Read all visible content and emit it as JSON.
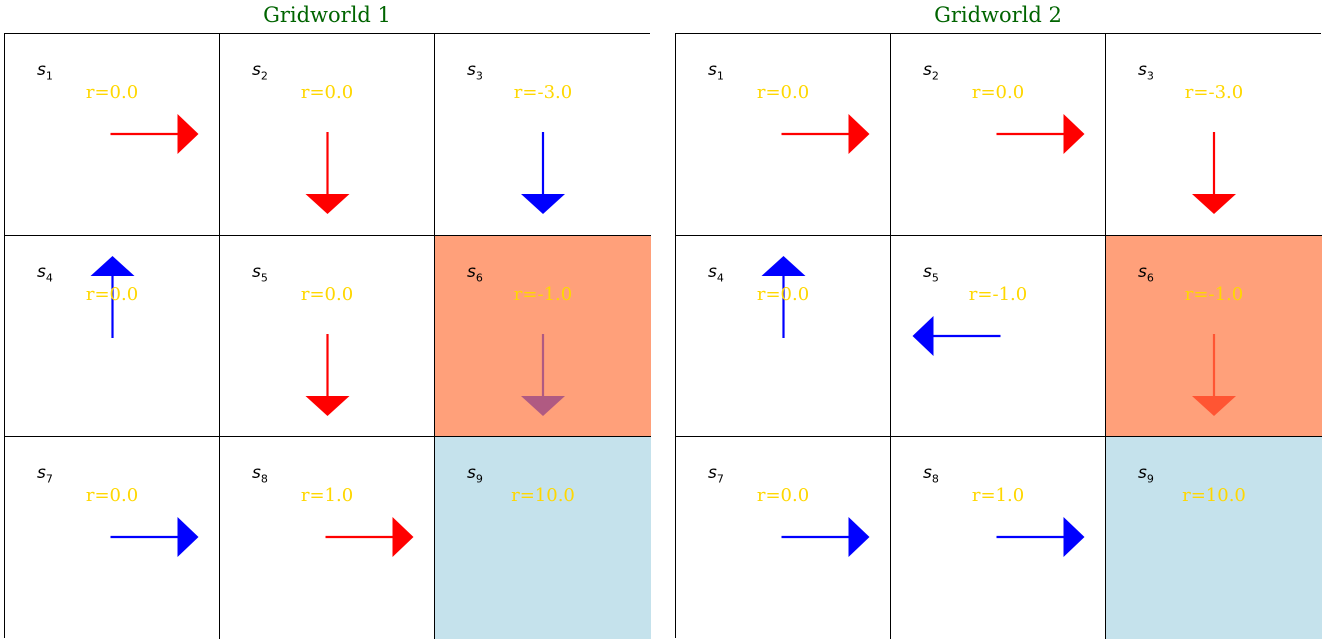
{
  "colors": {
    "title": "#006400",
    "reward": "#FFD700",
    "red": "#FF0000",
    "blue": "#0000FF",
    "hazard": "#FFA07A",
    "goal": "#C5E2EC",
    "background": "#FFFFFF"
  },
  "grids": [
    {
      "title": "Gridworld 1",
      "cells": [
        {
          "state": "s",
          "index": "1",
          "reward": "r=0.0",
          "action": "right",
          "arrow_color": "#FF0000",
          "fill": "#FFFFFF"
        },
        {
          "state": "s",
          "index": "2",
          "reward": "r=0.0",
          "action": "down",
          "arrow_color": "#FF0000",
          "fill": "#FFFFFF"
        },
        {
          "state": "s",
          "index": "3",
          "reward": "r=-3.0",
          "action": "down",
          "arrow_color": "#0000FF",
          "fill": "#FFFFFF"
        },
        {
          "state": "s",
          "index": "4",
          "reward": "r=0.0",
          "action": "up",
          "arrow_color": "#0000FF",
          "fill": "#FFFFFF"
        },
        {
          "state": "s",
          "index": "5",
          "reward": "r=0.0",
          "action": "down",
          "arrow_color": "#FF0000",
          "fill": "#FFFFFF"
        },
        {
          "state": "s",
          "index": "6",
          "reward": "r=-1.0",
          "action": "down",
          "arrow_color": "#B05A82",
          "fill": "#FFA07A"
        },
        {
          "state": "s",
          "index": "7",
          "reward": "r=0.0",
          "action": "right",
          "arrow_color": "#0000FF",
          "fill": "#FFFFFF"
        },
        {
          "state": "s",
          "index": "8",
          "reward": "r=1.0",
          "action": "right",
          "arrow_color": "#FF0000",
          "fill": "#FFFFFF"
        },
        {
          "state": "s",
          "index": "9",
          "reward": "r=10.0",
          "action": "none",
          "arrow_color": "",
          "fill": "#C5E2EC"
        }
      ]
    },
    {
      "title": "Gridworld 2",
      "cells": [
        {
          "state": "s",
          "index": "1",
          "reward": "r=0.0",
          "action": "right",
          "arrow_color": "#FF0000",
          "fill": "#FFFFFF"
        },
        {
          "state": "s",
          "index": "2",
          "reward": "r=0.0",
          "action": "right",
          "arrow_color": "#FF0000",
          "fill": "#FFFFFF"
        },
        {
          "state": "s",
          "index": "3",
          "reward": "r=-3.0",
          "action": "down",
          "arrow_color": "#FF0000",
          "fill": "#FFFFFF"
        },
        {
          "state": "s",
          "index": "4",
          "reward": "r=0.0",
          "action": "up",
          "arrow_color": "#0000FF",
          "fill": "#FFFFFF"
        },
        {
          "state": "s",
          "index": "5",
          "reward": "r=-1.0",
          "action": "left",
          "arrow_color": "#0000FF",
          "fill": "#FFFFFF"
        },
        {
          "state": "s",
          "index": "6",
          "reward": "r=-1.0",
          "action": "down",
          "arrow_color": "#FF5533",
          "fill": "#FFA07A"
        },
        {
          "state": "s",
          "index": "7",
          "reward": "r=0.0",
          "action": "right",
          "arrow_color": "#0000FF",
          "fill": "#FFFFFF"
        },
        {
          "state": "s",
          "index": "8",
          "reward": "r=1.0",
          "action": "right",
          "arrow_color": "#0000FF",
          "fill": "#FFFFFF"
        },
        {
          "state": "s",
          "index": "9",
          "reward": "r=10.0",
          "action": "none",
          "arrow_color": "",
          "fill": "#C5E2EC"
        }
      ]
    }
  ]
}
